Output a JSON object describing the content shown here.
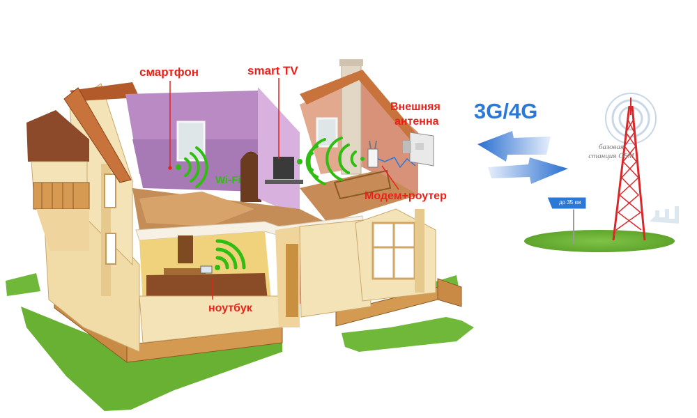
{
  "labels": {
    "smartphone": "смартфон",
    "smart_tv": "smart TV",
    "external_antenna_line1": "Внешняя",
    "external_antenna_line2": "антенна",
    "wifi": "Wi-Fi",
    "modem_router": "Модем+роутер",
    "laptop": "ноутбук",
    "network": "3G/4G",
    "base_station_line1": "базовая",
    "base_station_line2": "станция GSM",
    "road_sign": "до 35 км"
  },
  "colors": {
    "label_red": "#e8221b",
    "wifi_green": "#2fbd12",
    "network_blue": "#2a78d8",
    "tower_red": "#d8282a",
    "grass": "#6fb83a",
    "house_wall": "#f3e2b4",
    "roof": "#b25a2a"
  },
  "icons": [
    "wifi-waves-icon",
    "arrow-left-icon",
    "arrow-right-icon",
    "cell-tower-icon",
    "road-sign-icon",
    "antenna-icon"
  ]
}
